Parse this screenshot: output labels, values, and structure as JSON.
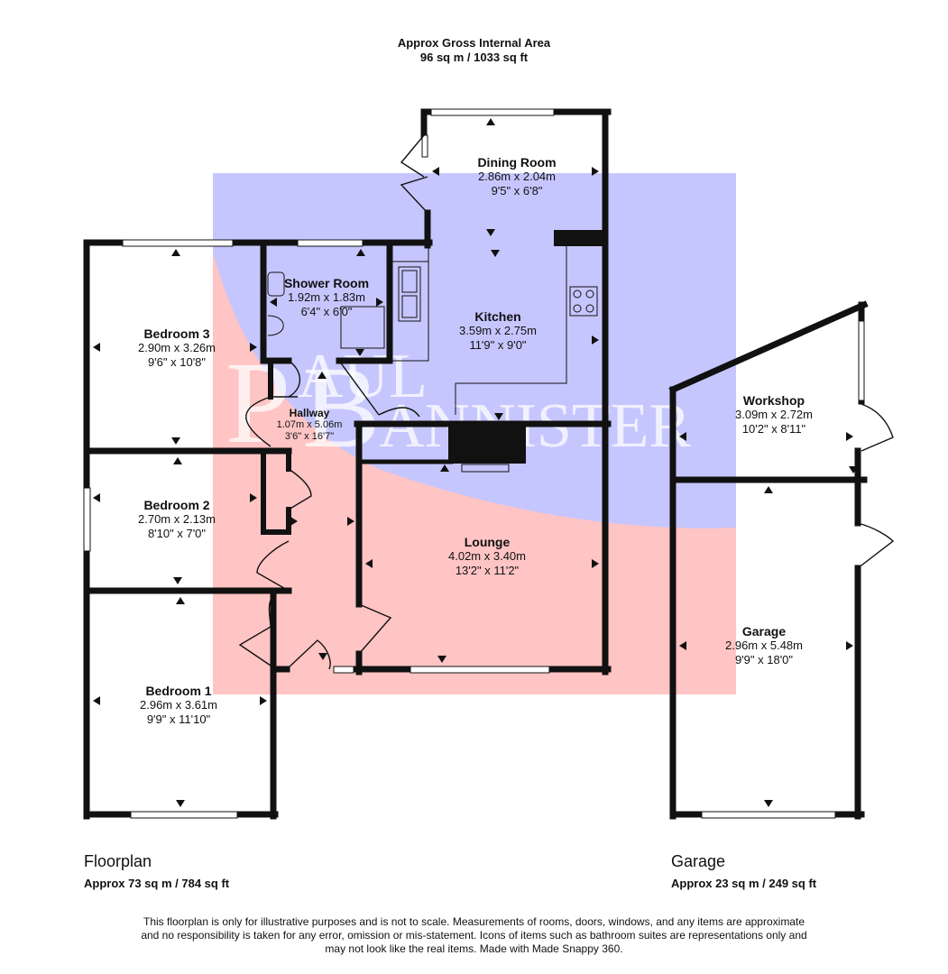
{
  "header": {
    "title": "Approx Gross Internal Area",
    "area": "96 sq m / 1033 sq ft"
  },
  "watermark": {
    "line1": "PAUL",
    "line2": "BANNISTER",
    "color_blue": "#b8b8ff",
    "color_red": "#ffbcbc"
  },
  "rooms": {
    "dining": {
      "name": "Dining Room",
      "metric": "2.86m x 2.04m",
      "imperial": "9'5\" x 6'8\""
    },
    "kitchen": {
      "name": "Kitchen",
      "metric": "3.59m x 2.75m",
      "imperial": "11'9\" x 9'0\""
    },
    "shower": {
      "name": "Shower Room",
      "metric": "1.92m x 1.83m",
      "imperial": "6'4\" x 6'0\""
    },
    "bedroom3": {
      "name": "Bedroom 3",
      "metric": "2.90m x 3.26m",
      "imperial": "9'6\" x 10'8\""
    },
    "hallway": {
      "name": "Hallway",
      "metric": "1.07m x 5.06m",
      "imperial": "3'6\" x 16'7\""
    },
    "bedroom2": {
      "name": "Bedroom 2",
      "metric": "2.70m x 2.13m",
      "imperial": "8'10\" x 7'0\""
    },
    "lounge": {
      "name": "Lounge",
      "metric": "4.02m x 3.40m",
      "imperial": "13'2\" x 11'2\""
    },
    "bedroom1": {
      "name": "Bedroom 1",
      "metric": "2.96m x 3.61m",
      "imperial": "9'9\" x 11'10\""
    },
    "workshop": {
      "name": "Workshop",
      "metric": "3.09m x 2.72m",
      "imperial": "10'2\" x 8'11\""
    },
    "garage": {
      "name": "Garage",
      "metric": "2.96m x 5.48m",
      "imperial": "9'9\" x 18'0\""
    }
  },
  "sections": {
    "floorplan": {
      "title": "Floorplan",
      "area": "Approx 73 sq m / 784 sq ft"
    },
    "garage": {
      "title": "Garage",
      "area": "Approx 23 sq m / 249 sq ft"
    }
  },
  "disclaimer": {
    "line1": "This floorplan is only for illustrative purposes and is not to scale. Measurements of rooms, doors, windows, and any items are approximate",
    "line2": "and no responsibility is taken for any error, omission or mis-statement. Icons of items such as bathroom suites are representations only and",
    "line3": "may not look like the real items. Made with Made Snappy 360."
  }
}
